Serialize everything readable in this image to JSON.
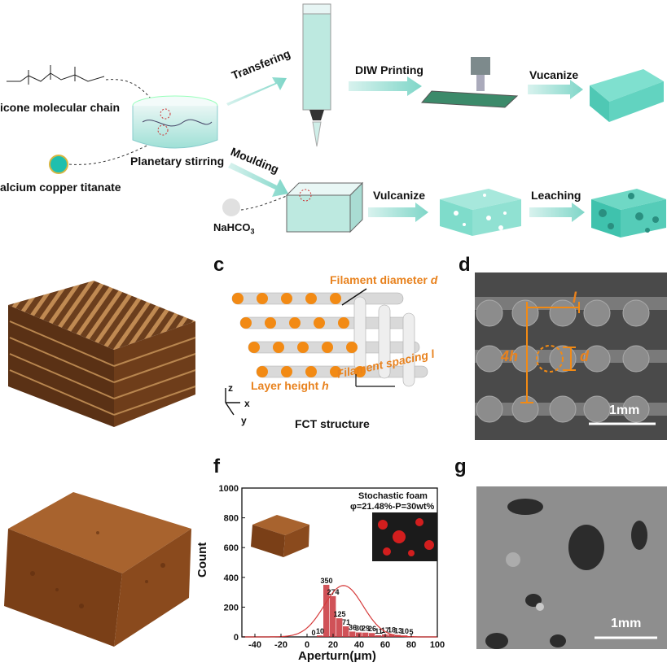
{
  "panel_a": {
    "molecule_label": "icone molecular chain",
    "filler_label": "alcium copper titanate",
    "stirring_label": "Planetary stirring",
    "arrow_transfer": "Transfering",
    "arrow_diw": "DIW Printing",
    "arrow_vucanize": "Vucanize",
    "arrow_moulding": "Moulding",
    "nahco3_label": "NaHCO",
    "nahco3_sub": "3",
    "arrow_vulcanize": "Vulcanize",
    "arrow_leaching": "Leaching"
  },
  "panel_c": {
    "letter": "c",
    "filament_diameter": "Filament diameter",
    "filament_diameter_sym": "d",
    "layer_height": "Layer height",
    "layer_height_sym": "h",
    "filament_spacing": "Filament  spacing",
    "filament_spacing_sym": "l",
    "axis_z": "z",
    "axis_x": "x",
    "axis_y": "y",
    "structure_label": "FCT structure"
  },
  "panel_d": {
    "letter": "d",
    "label_l": "l",
    "label_4h": "4h",
    "label_d": "d",
    "scale": "1mm"
  },
  "panel_f": {
    "letter": "f",
    "inset_title": "Stochastic foam",
    "inset_sub": "φ=21.48%-P=30wt%"
  },
  "panel_g": {
    "letter": "g",
    "scale": "1mm"
  },
  "chart_data": {
    "type": "bar",
    "xlabel": "Aperturn(μm)",
    "ylabel": "Count",
    "xlim": [
      -50,
      100
    ],
    "ylim": [
      0,
      1000
    ],
    "xticks": [
      -40,
      -20,
      0,
      20,
      40,
      60,
      80,
      100
    ],
    "yticks": [
      0,
      200,
      400,
      600,
      800,
      1000
    ],
    "bin_width": 5,
    "bins": [
      {
        "x": 5,
        "value": 0
      },
      {
        "x": 10,
        "value": 10
      },
      {
        "x": 15,
        "value": 350
      },
      {
        "x": 20,
        "value": 274
      },
      {
        "x": 25,
        "value": 125
      },
      {
        "x": 30,
        "value": 71
      },
      {
        "x": 35,
        "value": 36
      },
      {
        "x": 40,
        "value": 30
      },
      {
        "x": 45,
        "value": 29
      },
      {
        "x": 50,
        "value": 26
      },
      {
        "x": 55,
        "value": 11
      },
      {
        "x": 60,
        "value": 17
      },
      {
        "x": 65,
        "value": 18
      },
      {
        "x": 70,
        "value": 13
      },
      {
        "x": 75,
        "value": 10
      },
      {
        "x": 80,
        "value": 5
      }
    ],
    "bar_labels": [
      "0",
      "10",
      "350",
      "274",
      "125",
      "71",
      "36",
      "30",
      "29",
      "26",
      "11",
      "17",
      "18",
      "13",
      "10",
      "5"
    ],
    "fit": {
      "type": "gaussian",
      "mean": 28,
      "sigma": 15,
      "peak": 345
    }
  }
}
